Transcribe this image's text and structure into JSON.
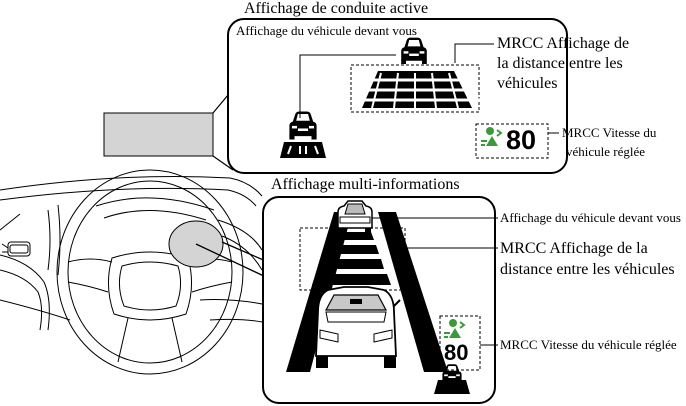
{
  "hud": {
    "title": "Affichage de conduite active",
    "vehicle_ahead_label": "Affichage du véhicule devant vous",
    "distance_label_line1": "MRCC Affichage de",
    "distance_label_line2": "la distance entre les",
    "distance_label_line3": "véhicules",
    "speed_value": "80",
    "speed_label_line1": "MRCC Vitesse du",
    "speed_label_line2": "véhicule réglée"
  },
  "multi_info": {
    "title": "Affichage multi-informations",
    "vehicle_ahead_label": "Affichage du véhicule devant vous",
    "distance_label_line1": "MRCC Affichage de la",
    "distance_label_line2": "distance entre les véhicules",
    "speed_value": "80",
    "speed_label": "MRCC Vitesse du véhicule réglée"
  },
  "colors": {
    "indicator_green": "#3a9a3a",
    "panel_grey": "#d4d4d4",
    "ink": "#000000"
  },
  "icons": [
    "car-rear-icon",
    "car-top-view-icon",
    "radar-cruise-icon"
  ]
}
